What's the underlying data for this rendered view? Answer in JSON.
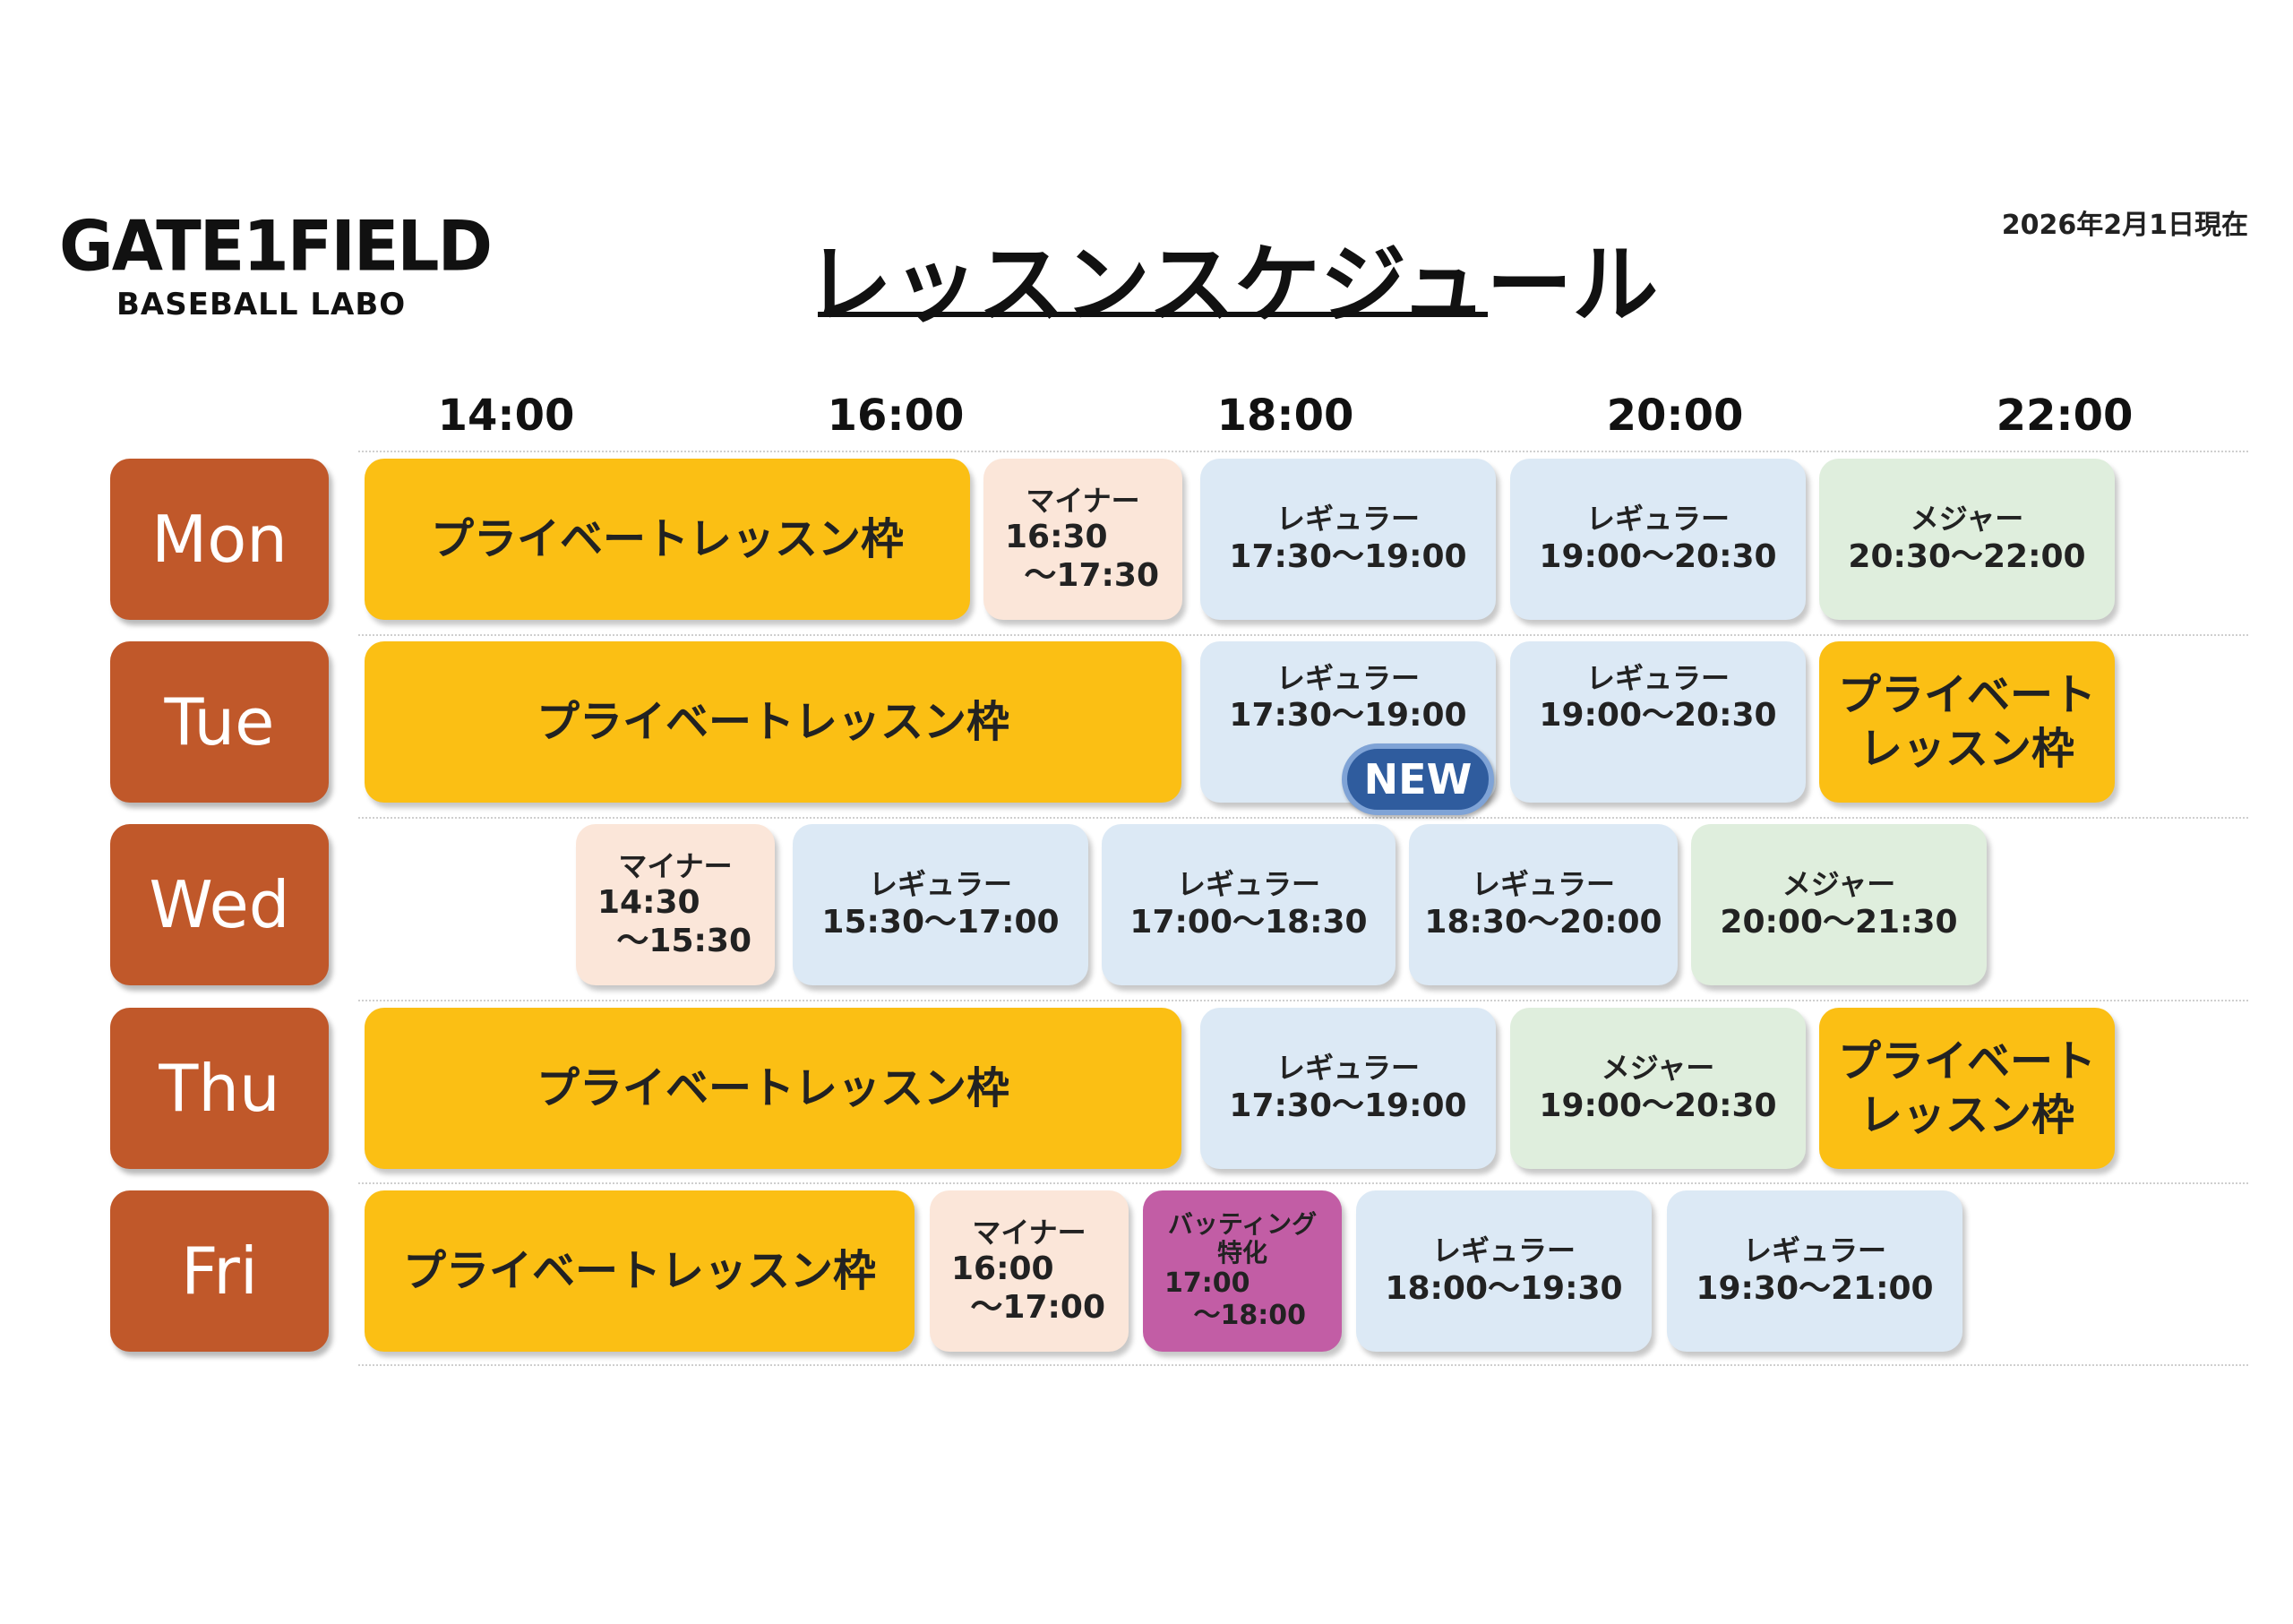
{
  "header": {
    "logo_main": "GATE1FIELD",
    "logo_sub": "BASEBALL LABO",
    "title": "レッスンスケジュール",
    "date_note": "2026年2月1日現在"
  },
  "timeline": [
    "14:00",
    "16:00",
    "18:00",
    "20:00",
    "22:00"
  ],
  "badge": "NEW",
  "days": [
    {
      "day": "Mon",
      "slots": [
        {
          "type": "private",
          "label": "プライベートレッスン枠"
        },
        {
          "type": "minor",
          "category": "マイナー",
          "time_start": "16:30",
          "time_end": "～17:30"
        },
        {
          "type": "regular",
          "category": "レギュラー",
          "time": "17:30～19:00"
        },
        {
          "type": "regular",
          "category": "レギュラー",
          "time": "19:00～20:30"
        },
        {
          "type": "major",
          "category": "メジャー",
          "time": "20:30～22:00"
        }
      ]
    },
    {
      "day": "Tue",
      "slots": [
        {
          "type": "private",
          "label": "プライベートレッスン枠"
        },
        {
          "type": "regular",
          "category": "レギュラー",
          "time": "17:30～19:00"
        },
        {
          "type": "regular",
          "category": "レギュラー",
          "time": "19:00～20:30"
        },
        {
          "type": "private",
          "label_line1": "プライベート",
          "label_line2": "レッスン枠"
        }
      ]
    },
    {
      "day": "Wed",
      "slots": [
        {
          "type": "minor",
          "category": "マイナー",
          "time_start": "14:30",
          "time_end": "～15:30"
        },
        {
          "type": "regular",
          "category": "レギュラー",
          "time": "15:30～17:00"
        },
        {
          "type": "regular",
          "category": "レギュラー",
          "time": "17:00～18:30"
        },
        {
          "type": "regular",
          "category": "レギュラー",
          "time": "18:30～20:00"
        },
        {
          "type": "major",
          "category": "メジャー",
          "time": "20:00～21:30"
        }
      ]
    },
    {
      "day": "Thu",
      "slots": [
        {
          "type": "private",
          "label": "プライベートレッスン枠"
        },
        {
          "type": "regular",
          "category": "レギュラー",
          "time": "17:30～19:00"
        },
        {
          "type": "major",
          "category": "メジャー",
          "time": "19:00～20:30"
        },
        {
          "type": "private",
          "label_line1": "プライベート",
          "label_line2": "レッスン枠"
        }
      ]
    },
    {
      "day": "Fri",
      "slots": [
        {
          "type": "private",
          "label": "プライベートレッスン枠"
        },
        {
          "type": "minor",
          "category": "マイナー",
          "time_start": "16:00",
          "time_end": "～17:00"
        },
        {
          "type": "batting",
          "category_line1": "バッティング",
          "category_line2": "特化",
          "time_start": "17:00",
          "time_end": "～18:00"
        },
        {
          "type": "regular",
          "category": "レギュラー",
          "time": "18:00～19:30"
        },
        {
          "type": "regular",
          "category": "レギュラー",
          "time": "19:30～21:00"
        }
      ]
    }
  ],
  "colors": {
    "day_label": "#c0582a",
    "private": "#fbbf14",
    "regular": "#dce9f5",
    "major": "#dfeedd",
    "minor": "#fbe6d9",
    "batting": "#c25da5",
    "new_badge": "#2f5c9e"
  }
}
